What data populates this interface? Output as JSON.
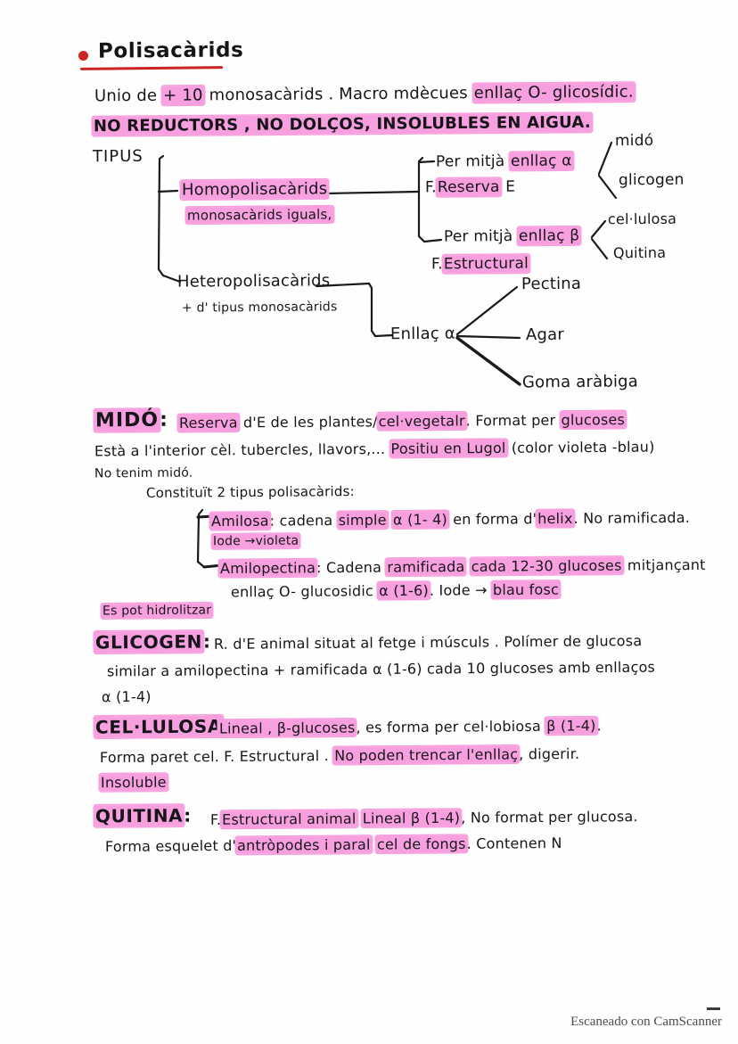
{
  "document": {
    "title": "Polisacàrids",
    "accent_red": "#cf2222",
    "highlight_pink": "#f79fdf",
    "ink_color": "#16161a",
    "footer": "Escaneado con CamScanner"
  },
  "intro": {
    "line1_a": "Unio de ",
    "line1_hl1": "+ 10",
    "line1_b": " monosacàrids . Macro mdècues ",
    "line1_hl2": "enllaç O- glicosídic.",
    "line2_hl": "NO REDUCTORS , NO DOLÇOS, INSOLUBLES EN AIGUA."
  },
  "tree": {
    "root_label": "TIPUS",
    "branch1": {
      "label": "Homopolisacàrids",
      "sub": "monosacàrids iguals,"
    },
    "branch2": {
      "label": "Heteropolisacàrids",
      "sub": "+ d' tipus monosacàrids"
    },
    "homo_right": {
      "item1_a": "Per mitjà ",
      "item1_hl": "enllaç α",
      "item1_line2_a": "F.",
      "item1_line2_hl": "Reserva",
      "item1_line2_b": " E",
      "item1_leaves": [
        "midó",
        "glicogen"
      ],
      "item2_a": "Per mitjà ",
      "item2_hl": "enllaç β",
      "item2_line2_a": "F.",
      "item2_line2_hl": "Estructural",
      "item2_leaves": [
        "cel·lulosa",
        "Quitina"
      ]
    },
    "hetero_right": {
      "label": "Enllaç α",
      "leaves": [
        "Pectina",
        "Agar",
        "Goma aràbiga"
      ]
    }
  },
  "sections": [
    {
      "heading": "MIDÓ",
      "colon": ":",
      "lines": [
        [
          {
            "t": "hl",
            "v": "Reserva"
          },
          {
            "t": "p",
            "v": " d'E  de les plantes/"
          },
          {
            "t": "hl",
            "v": "cel·vegetalr"
          },
          {
            "t": "p",
            "v": ". Format per "
          },
          {
            "t": "hl",
            "v": "glucoses"
          }
        ],
        [
          {
            "t": "p",
            "v": "Està  a l'interior cèl. tubercles, llavors,... "
          },
          {
            "t": "hl",
            "v": "Positiu en Lugol"
          },
          {
            "t": "p",
            "v": " (color violeta -blau)"
          }
        ],
        [
          {
            "t": "p",
            "v": "No tenim midó."
          }
        ],
        [
          {
            "t": "p",
            "v": "Constituït 2 tipus polisacàrids:"
          }
        ]
      ]
    },
    {
      "heading": "GLICOGEN",
      "colon": ":",
      "lines": [
        [
          {
            "t": "p",
            "v": " R. d'E animal situat al fetge i músculs . Polímer de glucosa"
          }
        ],
        [
          {
            "t": "p",
            "v": "similar a amilopectina + ramificada α (1-6) cada 10 glucoses amb enllaços"
          }
        ],
        [
          {
            "t": "p",
            "v": "α (1-4)"
          }
        ]
      ]
    },
    {
      "heading": "CEL·LULOSA",
      "colon": ":",
      "lines": [
        [
          {
            "t": "hl",
            "v": "Lineal , β-glucoses"
          },
          {
            "t": "p",
            "v": ", es forma per cel·lobiosa "
          },
          {
            "t": "hl",
            "v": "β (1-4)"
          },
          {
            "t": "p",
            "v": "."
          }
        ],
        [
          {
            "t": "p",
            "v": "Forma paret cel.  F. Estructural . "
          },
          {
            "t": "hl",
            "v": "No poden trencar l'enllaç"
          },
          {
            "t": "p",
            "v": ", digerir."
          }
        ],
        [
          {
            "t": "hl",
            "v": "Insoluble"
          }
        ]
      ]
    },
    {
      "heading": "QUITINA",
      "colon": ":",
      "lines": [
        [
          {
            "t": "p",
            "v": " F."
          },
          {
            "t": "hl",
            "v": "Estructural animal"
          },
          {
            "t": "p",
            "v": " "
          },
          {
            "t": "hl",
            "v": "Lineal  β (1-4)"
          },
          {
            "t": "p",
            "v": ", No format per glucosa."
          }
        ],
        [
          {
            "t": "p",
            "v": "Forma esquelet d'"
          },
          {
            "t": "hl",
            "v": "antròpodes i paral"
          },
          {
            "t": "p",
            "v": " "
          },
          {
            "t": "hl",
            "v": "cel de fongs"
          },
          {
            "t": "p",
            "v": ". Contenen N"
          }
        ]
      ]
    }
  ],
  "mido_sub": {
    "amilosa": {
      "name": "Amilosa",
      "colon": ":",
      "line1_a": " cadena ",
      "line1_hl1": "simple",
      "line1_b": " ",
      "line1_hl2": "α (1- 4)",
      "line1_c": " en forma d'",
      "line1_hl3": "helix",
      "line1_d": ". No ramificada.",
      "line2_hl": "Iode →violeta"
    },
    "amilopectina": {
      "name": "Amilopectina",
      "colon": ":",
      "line1_a": " Cadena ",
      "line1_hl1": "ramificada",
      "line1_b": " ",
      "line1_hl2": "cada 12-30 glucoses",
      "line1_c": " mitjançant",
      "line2_a": "enllaç  O- glucosidic ",
      "line2_hl1": "α (1-6)",
      "line2_b": ". Iode → ",
      "line2_hl2": "blau fosc"
    },
    "hidrolitzar": "Es pot hidrolitzar"
  }
}
